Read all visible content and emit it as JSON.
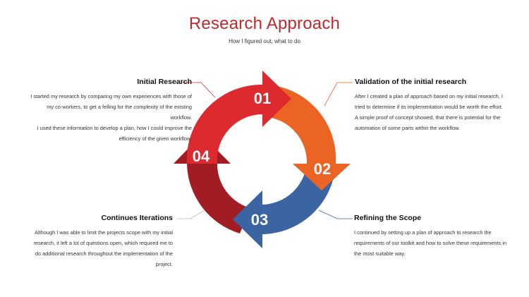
{
  "header": {
    "title": "Research Approach",
    "subtitle": "How I figured out, what to do"
  },
  "steps": [
    {
      "number": "01",
      "color": "#dc2a2f",
      "heading": "Initial Research",
      "paragraphs": [
        "I started my research by comparing my own experiences with those of my co-workers, to get a felling for the complexity of the existing workflow.",
        "I used these information to develop a plan, how I could improve the efficiency of the given workflow."
      ]
    },
    {
      "number": "02",
      "color": "#ec6424",
      "heading": "Validation of the initial research",
      "paragraphs": [
        "After I created a plan of approach based on my initial research, I tried to determine if its implementation would be worth the effort.",
        "A simple proof of concept showed, that there is potential for the automation of some parts within the workflow."
      ]
    },
    {
      "number": "03",
      "color": "#3a64a2",
      "heading": "Refining the Scope",
      "paragraphs": [
        "I continued by setting up a plan of approach to research the requirements of our toolkit and how to solve these requirements in the most suitable way."
      ]
    },
    {
      "number": "04",
      "color": "#a11c23",
      "heading": "Continues Iterations",
      "paragraphs": [
        "Although I was able to limit the projects scope with my initial research, it left a lot of questions open, which required me to do additional research throughout the implementation of the project."
      ]
    }
  ]
}
